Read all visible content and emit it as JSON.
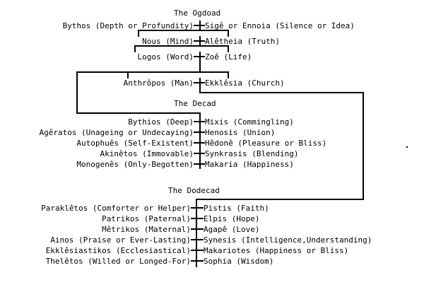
{
  "diagram": {
    "title_ogdoad": "The Ogdoad",
    "title_decad": "The Decad",
    "title_dodecad": "The Dodecad",
    "ogdoad_pairs": [
      {
        "left": "Bythos (Depth or Profundity)",
        "right": "Sigê or Ennoia (Silence or Idea)"
      },
      {
        "left": "Nous (Mind)",
        "right": "Alêtheia (Truth)"
      },
      {
        "left": "Logos (Word)",
        "right": "Zoê (Life)"
      },
      {
        "left": "Anthrôpos (Man)",
        "right": "Ekklêsia (Church)"
      }
    ],
    "decad_pairs": [
      {
        "left": "Bythios (Deep)",
        "right": "Mixis (Commingling)"
      },
      {
        "left": "Agêratos (Unageing or Undecaying)",
        "right": "Henosis (Union)"
      },
      {
        "left": "Autophuês (Self-Existent)",
        "right": "Hêdonê (Pleasure or Bliss)"
      },
      {
        "left": "Akinêtos (Immovable)",
        "right": "Synkrasis (Blending)"
      },
      {
        "left": "Monogenês (Only-Begotten)",
        "right": "Makaria (Happiness)"
      }
    ],
    "dodecad_pairs": [
      {
        "left": "Paraklêtos (Comforter or Helper)",
        "right": "Pistis (Faith)"
      },
      {
        "left": "Patrikos (Paternal)",
        "right": "Elpis (Hope)"
      },
      {
        "left": "Mêtrikos (Maternal)",
        "right": "Agapê (Love)"
      },
      {
        "left": "Ainos (Praise or Ever-Lasting)",
        "right": "Synesis (Intelligence,Understanding)"
      },
      {
        "left": "Ekklêsiastikos (Ecclesiastical)",
        "right": "Makariotes (Happiness or Bliss)"
      },
      {
        "left": "Thelêtos (Willed or Longed-For)",
        "right": "Sophia (Wisdom)"
      }
    ],
    "colors": {
      "line": "#000000",
      "text": "#000000",
      "background": "#ffffff"
    }
  }
}
